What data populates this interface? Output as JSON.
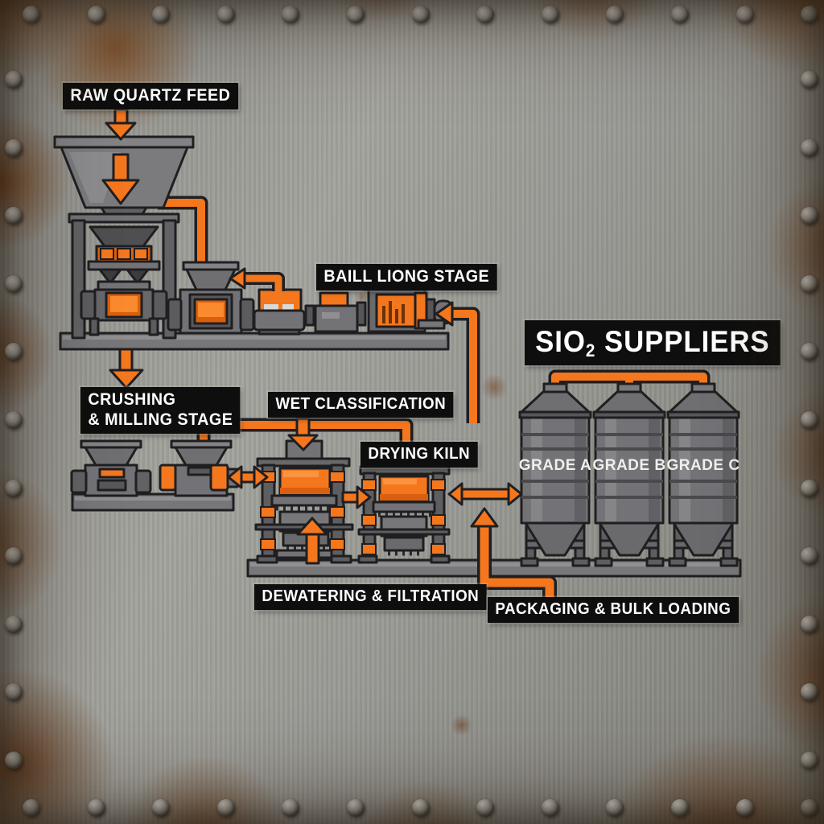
{
  "labels": {
    "raw_feed": "RAW QUARTZ FEED",
    "ball_milling": "BAILL LIONG STAGE",
    "crushing_line1": "CRUSHING",
    "crushing_line2": "& MILLING STAGE",
    "wet_classification": "WET CLASSIFICATION",
    "drying_kiln": "DRYING KILN",
    "dewatering": "DEWATERING & FILTRATION",
    "packaging": "PACKAGING & BULK LOADING",
    "suppliers_prefix": "SIO",
    "suppliers_sub": "2",
    "suppliers_suffix": " SUPPLIERS"
  },
  "silos": [
    {
      "label": "GRADE A"
    },
    {
      "label": "GRADE B"
    },
    {
      "label": "GRADE C"
    }
  ],
  "theme": {
    "accent_orange": "#f4771d",
    "accent_orange_dark": "#d95f0e",
    "label_bg": "#0e0e0e",
    "label_text": "#ffffff",
    "machine_grey": "#737377",
    "outline": "#1f1f22",
    "steel": "#9a9a95",
    "rust": "#6e3a14"
  }
}
